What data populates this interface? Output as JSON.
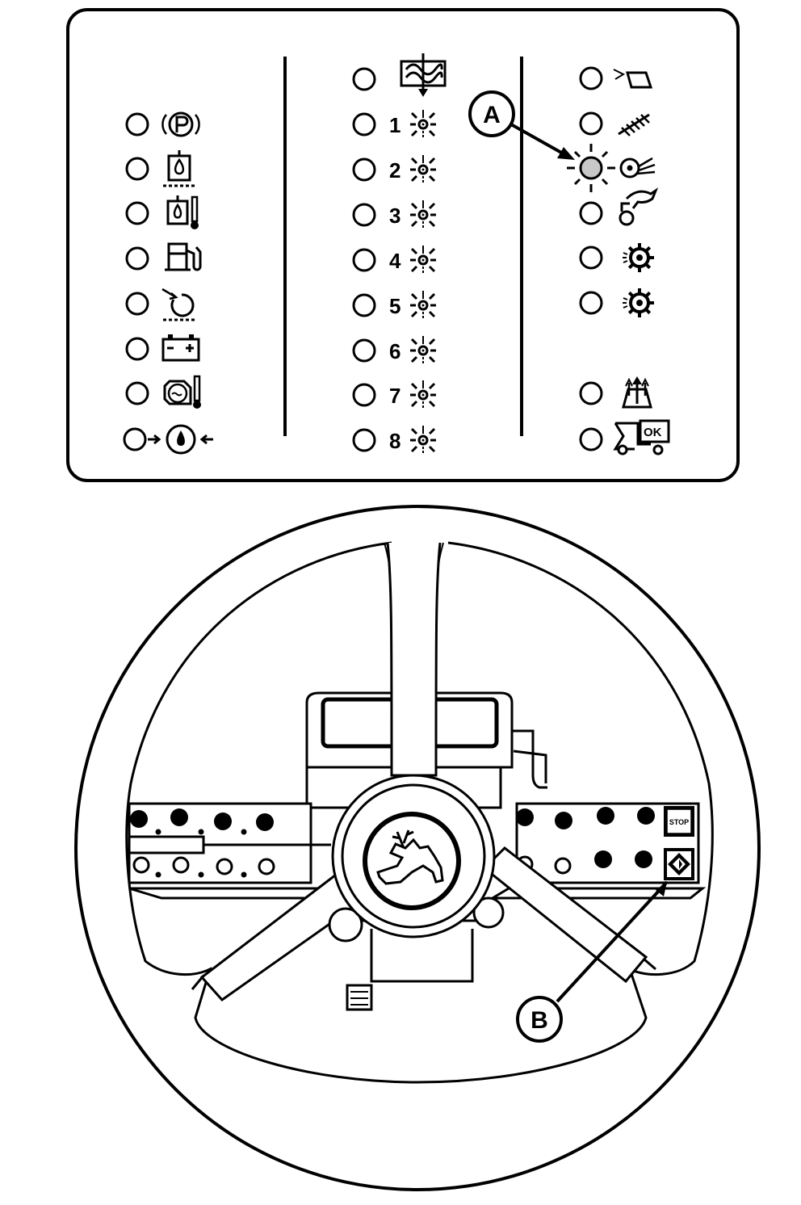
{
  "callouts": {
    "a": "A",
    "b": "B"
  },
  "center_column": {
    "numbers": [
      "1",
      "2",
      "3",
      "4",
      "5",
      "6",
      "7",
      "8"
    ]
  },
  "indicator_panel": {
    "left_icons": [
      "parking-brake-icon",
      "hydraulic-oil-level-icon",
      "hydraulic-oil-temp-icon",
      "fuel-icon",
      "air-filter-icon",
      "battery-icon",
      "engine-coolant-temp-icon",
      "engine-oil-pressure-icon"
    ],
    "center_icons": [
      "header-icon",
      "row-unit-icon",
      "row-unit-icon",
      "row-unit-icon",
      "row-unit-icon",
      "row-unit-icon",
      "row-unit-icon",
      "row-unit-icon",
      "row-unit-icon"
    ],
    "right_icons": [
      "basket-icon",
      "auger-icon",
      "fan-icon",
      "hand-icon",
      "doffer-icon",
      "doffer-icon",
      "lift-icon",
      "machine-ok-icon"
    ],
    "highlighted_indicator": "fan-indicator-lit",
    "highlight_color": "#c8c8c8"
  },
  "controls": {
    "stop_label": "STOP",
    "ok_label": "OK"
  }
}
